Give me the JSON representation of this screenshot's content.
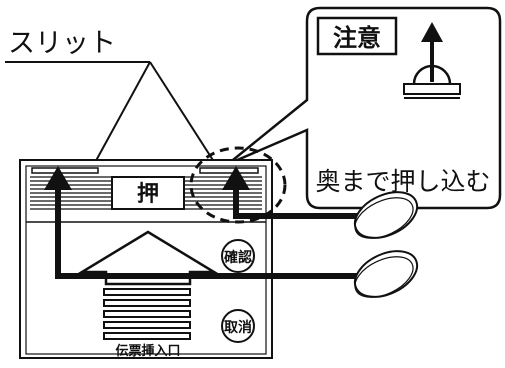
{
  "labels": {
    "slit": "スリット",
    "caution_badge": "注意",
    "instruction": "奥まで押し込む",
    "push": "押",
    "confirm": "確認",
    "cancel": "取消",
    "slip_slot": "伝票挿入口"
  },
  "colors": {
    "ink": "#111111",
    "paper": "#ffffff"
  }
}
